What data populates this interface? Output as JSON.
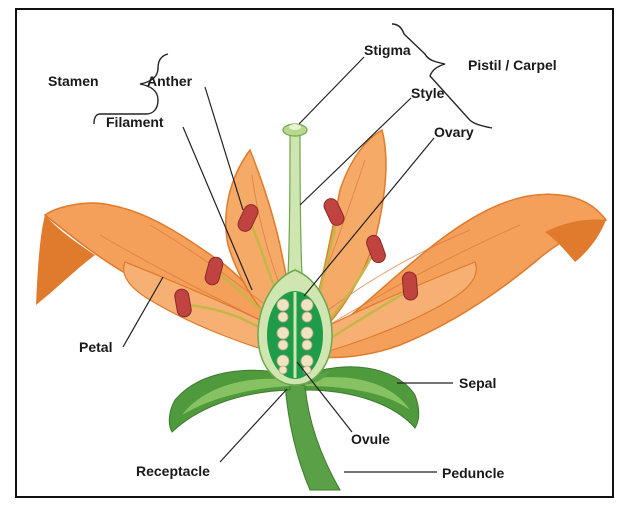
{
  "labels": {
    "stamen": "Stamen",
    "anther": "Anther",
    "filament": "Filament",
    "stigma": "Stigma",
    "pistil": "Pistil / Carpel",
    "style": "Style",
    "ovary": "Ovary",
    "petal": "Petal",
    "sepal": "Sepal",
    "ovule": "Ovule",
    "receptacle": "Receptacle",
    "peduncle": "Peduncle"
  },
  "colors": {
    "petal": "#f4a05a",
    "petal_dark": "#e07a2c",
    "petal_vein": "#d9773a",
    "sepal": "#4f9a3c",
    "sepal_light": "#86c262",
    "stem": "#5aa046",
    "pistil": "#cfe6b0",
    "ovary_inner": "#1f9c4a",
    "ovule": "#efe3c4",
    "anther": "#c0433f",
    "filament": "#c6b648",
    "line": "#222222"
  }
}
